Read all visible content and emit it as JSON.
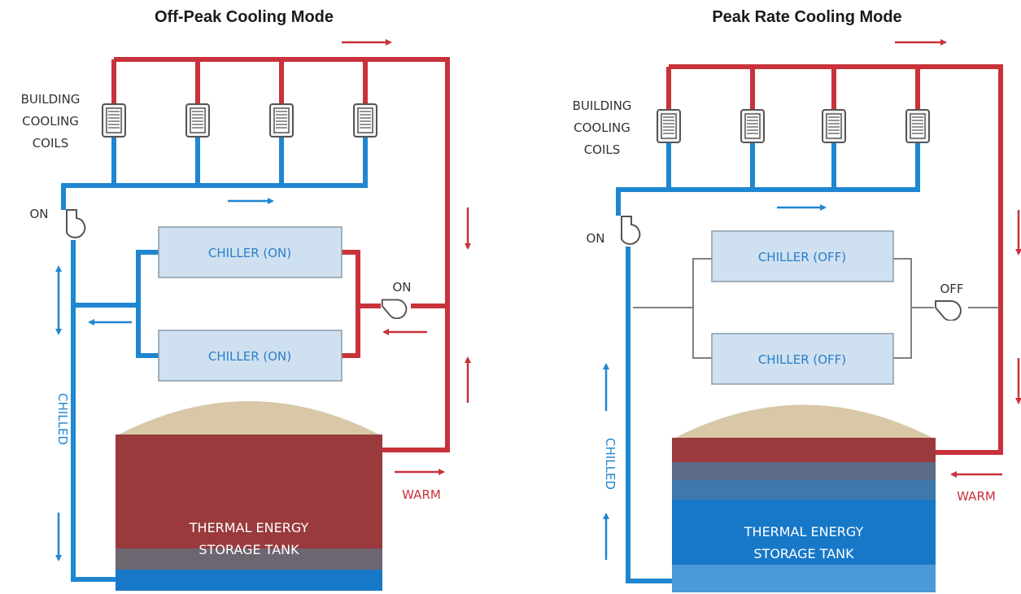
{
  "colors": {
    "warm_pipe": "#c8323a",
    "chilled_pipe": "#1f86d1",
    "inactive_pipe": "#808080",
    "chiller_box": "#cfe0f0",
    "tank_warm": "#9a3a3c",
    "tank_cold": "#1778c8",
    "tank_dome": "#d8c8a8"
  },
  "left_panel": {
    "title": "Off-Peak Cooling Mode",
    "coils_label": [
      "BUILDING",
      "COOLING",
      "COILS"
    ],
    "pump_label": "ON",
    "chiller_pump_label": "ON",
    "chiller_top": "CHILLER (ON)",
    "chiller_bottom": "CHILLER (ON)",
    "chilled_label": "CHILLED",
    "warm_label": "WARM",
    "tank_label_1": "THERMAL ENERGY",
    "tank_label_2": "STORAGE TANK"
  },
  "right_panel": {
    "title": "Peak Rate Cooling Mode",
    "coils_label": [
      "BUILDING",
      "COOLING",
      "COILS"
    ],
    "pump_label": "ON",
    "chiller_pump_label": "OFF",
    "chiller_top": "CHILLER (OFF)",
    "chiller_bottom": "CHILLER (OFF)",
    "chilled_label": "CHILLED",
    "warm_label": "WARM",
    "tank_label_1": "THERMAL ENERGY",
    "tank_label_2": "STORAGE TANK"
  }
}
